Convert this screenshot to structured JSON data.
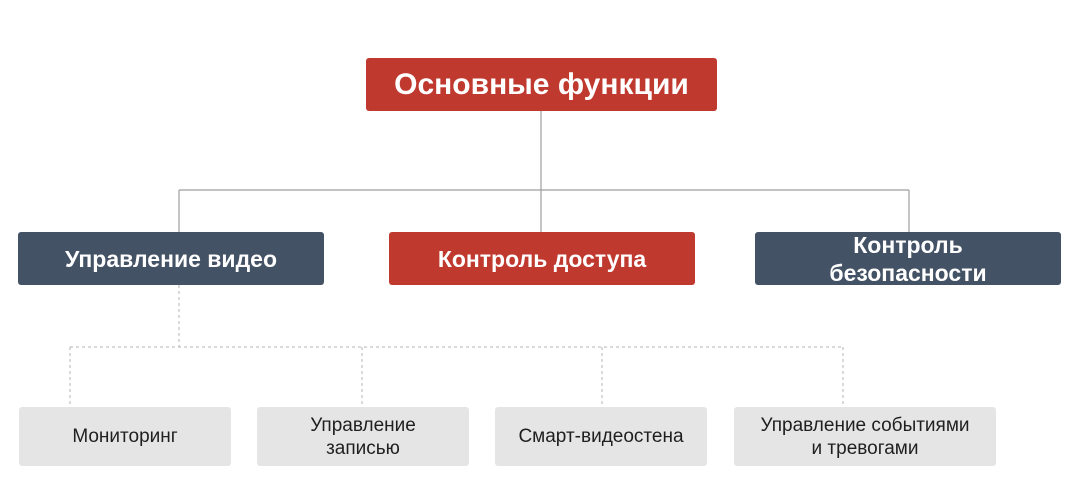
{
  "diagram": {
    "root": {
      "label": "Основные функции"
    },
    "level1": [
      {
        "id": "video",
        "label": "Управление видео",
        "color": "#445266"
      },
      {
        "id": "access",
        "label": "Контроль доступа",
        "color": "#c0392f"
      },
      {
        "id": "security",
        "label": "Контроль\nбезопасности",
        "color": "#445266"
      }
    ],
    "level2": [
      {
        "parent": "video",
        "label": "Мониторинг"
      },
      {
        "parent": "video",
        "label": "Управление\nзаписью"
      },
      {
        "parent": "video",
        "label": "Смарт-видеостена"
      },
      {
        "parent": "video",
        "label": "Управление событиями\nи тревогами"
      }
    ],
    "colors": {
      "accent_red": "#c0392f",
      "slate": "#445266",
      "leaf_bg": "#e5e5e5",
      "connector": "#9e9e9e"
    }
  }
}
